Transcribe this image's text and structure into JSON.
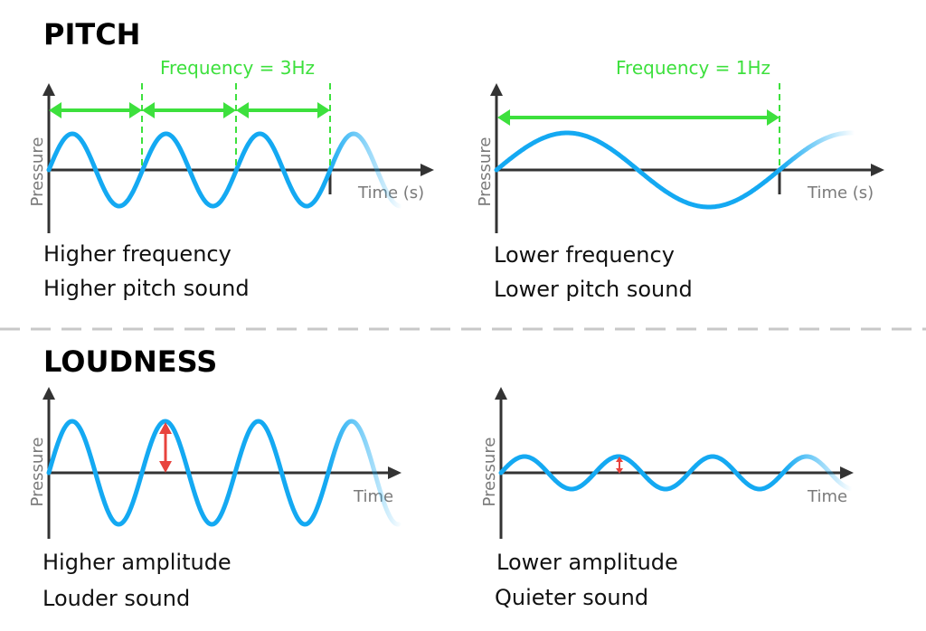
{
  "sections": {
    "pitch_title": "PITCH",
    "loudness_title": "LOUDNESS"
  },
  "axes": {
    "y_label": "Pressure",
    "x_label_time_s": "Time (s)",
    "x_label_time": "Time"
  },
  "panels": {
    "high_freq": {
      "frequency_label": "Frequency = 3Hz",
      "caption_line1": "Higher frequency",
      "caption_line2": "Higher pitch sound"
    },
    "low_freq": {
      "frequency_label": "Frequency = 1Hz",
      "caption_line1": "Lower frequency",
      "caption_line2": "Lower pitch sound"
    },
    "high_amp": {
      "caption_line1": "Higher amplitude",
      "caption_line2": "Louder sound"
    },
    "low_amp": {
      "caption_line1": "Lower amplitude",
      "caption_line2": "Quieter sound"
    }
  },
  "colors": {
    "wave": "#14a9f2",
    "period_marker": "#3de03d",
    "amplitude_marker": "#e8433d",
    "axis": "#333333",
    "divider": "#c8c8c8"
  }
}
